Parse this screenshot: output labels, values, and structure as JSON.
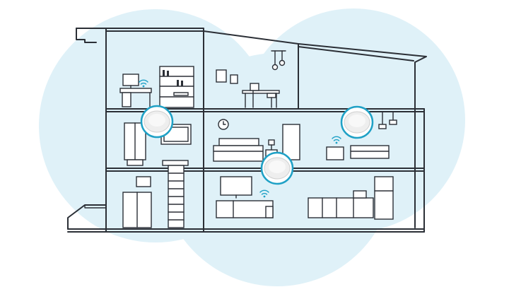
{
  "colors": {
    "outline": "#2b2f36",
    "coverage": "#dff1f8",
    "wifi_accent": "#1fa1c6",
    "router_body": "#eeeeee",
    "router_ring": "#1fa1c6",
    "background": "#ffffff"
  },
  "icons": {
    "router": "mesh-wifi-router-icon",
    "signal": "wifi-signal-icon"
  },
  "mesh_routers": [
    {
      "id": "router-middle-floor-left"
    },
    {
      "id": "router-middle-floor-right"
    },
    {
      "id": "router-ground-floor-center"
    }
  ]
}
